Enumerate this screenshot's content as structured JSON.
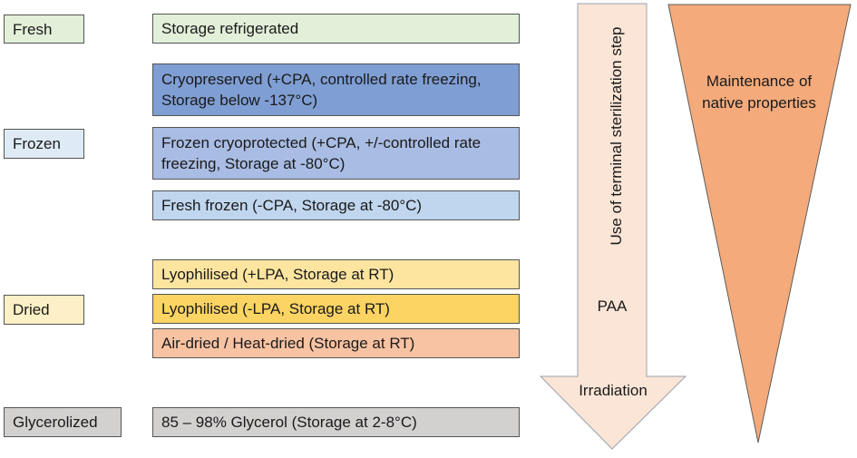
{
  "categories": {
    "fresh": "Fresh",
    "frozen": "Frozen",
    "dried": "Dried",
    "glycerolized": "Glycerolized"
  },
  "methods": {
    "refrigerated": "Storage refrigerated",
    "cryopreserved": "Cryopreserved (+CPA, controlled rate freezing, Storage below -137°C)",
    "frozen_cryoprotected": "Frozen cryoprotected (+CPA, +/-controlled rate freezing, Storage at -80°C)",
    "fresh_frozen": "Fresh frozen (-CPA, Storage at -80°C)",
    "lyophilised_plus": "Lyophilised (+LPA, Storage at RT)",
    "lyophilised_minus": "Lyophilised (-LPA, Storage at RT)",
    "air_dried": "Air-dried / Heat-dried  (Storage at RT)",
    "glycerol": "85 – 98% Glycerol (Storage at 2-8°C)"
  },
  "arrow": {
    "label": "Use of terminal sterilization step",
    "paa": "PAA",
    "irradiation": "Irradiation"
  },
  "triangle": {
    "label": "Maintenance of native properties"
  },
  "colors": {
    "fresh": "#e2efd9",
    "cryopreserved": "#7f9ed3",
    "frozen_cryoprotected": "#a9bce3",
    "fresh_frozen": "#c0d6ee",
    "frozen_cat": "#deebf7",
    "lyophilised_plus": "#fde5a0",
    "lyophilised_minus": "#fcd463",
    "air_dried": "#f8c3a3",
    "dried_cat": "#fdf0c6",
    "glycerol": "#d3d0d0",
    "arrow": "#fbe5d6",
    "triangle": "#f4aa7a"
  }
}
